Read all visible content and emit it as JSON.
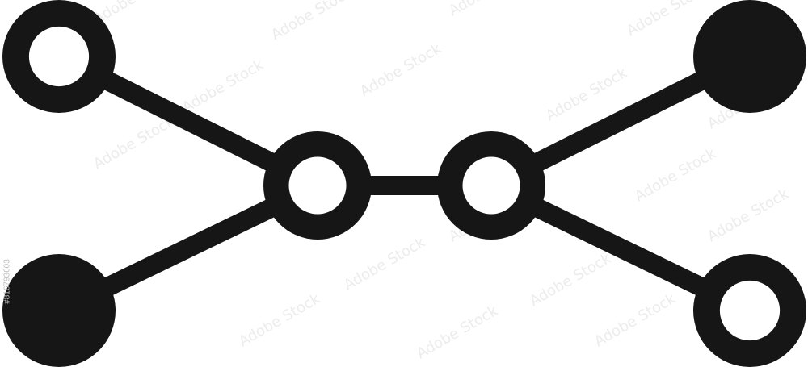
{
  "colors": {
    "ink": "#161616",
    "background": "#ffffff",
    "watermark": "#c9c9c9"
  },
  "diagram": {
    "nodes": [
      {
        "id": "top-left",
        "style": "hollow"
      },
      {
        "id": "bottom-left",
        "style": "filled"
      },
      {
        "id": "center-left",
        "style": "hollow"
      },
      {
        "id": "center-right",
        "style": "hollow"
      },
      {
        "id": "top-right",
        "style": "filled"
      },
      {
        "id": "bottom-right",
        "style": "hollow"
      }
    ],
    "edges": [
      {
        "from": "top-left",
        "to": "center-left"
      },
      {
        "from": "bottom-left",
        "to": "center-left"
      },
      {
        "from": "center-left",
        "to": "center-right"
      },
      {
        "from": "center-right",
        "to": "top-right"
      },
      {
        "from": "center-right",
        "to": "bottom-right"
      }
    ]
  },
  "watermark": {
    "text": "Adobe Stock",
    "side_id": "#816793603"
  }
}
